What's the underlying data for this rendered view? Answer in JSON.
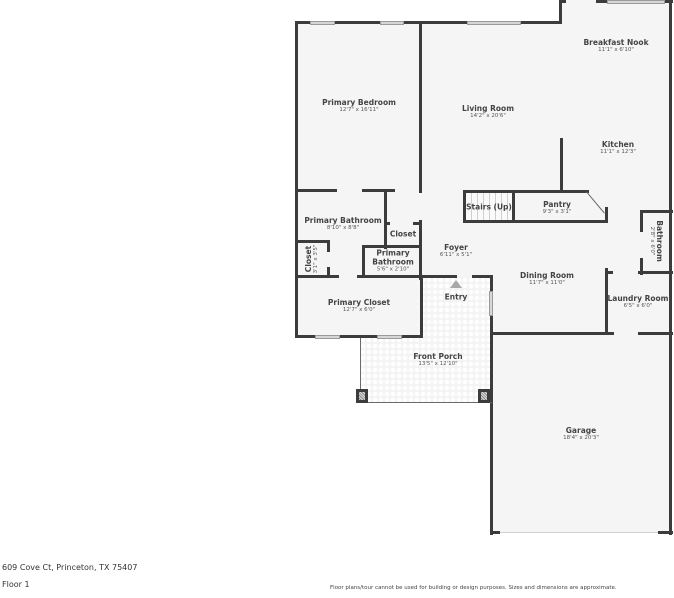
{
  "floor_plan": {
    "address": "609 Cove Ct, Princeton, TX 75407",
    "floor_label": "Floor 1",
    "disclaimer": "Floor plans/tour cannot be used for building or design purposes. Sizes and dimensions are approximate.",
    "rooms": [
      {
        "id": "primary-bedroom",
        "name": "Primary Bedroom",
        "dims": "12'7\" x 16'11\""
      },
      {
        "id": "living-room",
        "name": "Living Room",
        "dims": "14'2\" x 20'6\""
      },
      {
        "id": "breakfast-nook",
        "name": "Breakfast Nook",
        "dims": "11'1\" x 6'10\""
      },
      {
        "id": "kitchen",
        "name": "Kitchen",
        "dims": "11'1\" x 12'3\""
      },
      {
        "id": "stairs",
        "name": "Stairs (Up)",
        "dims": ""
      },
      {
        "id": "pantry",
        "name": "Pantry",
        "dims": "9'3\" x 3'1\""
      },
      {
        "id": "bathroom",
        "name": "Bathroom",
        "dims": "2'8\" x 6'0\""
      },
      {
        "id": "primary-bathroom",
        "name": "Primary Bathroom",
        "dims": "8'10\" x 8'8\""
      },
      {
        "id": "closet-1",
        "name": "Closet",
        "dims": ""
      },
      {
        "id": "closet-2",
        "name": "Closet",
        "dims": "3'1\" x 3'5\""
      },
      {
        "id": "primary-bathroom-2",
        "name": "Primary Bathroom",
        "dims": "5'6\" x 2'10\""
      },
      {
        "id": "foyer",
        "name": "Foyer",
        "dims": "6'11\" x 5'1\""
      },
      {
        "id": "entry",
        "name": "Entry",
        "dims": ""
      },
      {
        "id": "dining-room",
        "name": "Dining Room",
        "dims": "11'7\" x 11'0\""
      },
      {
        "id": "laundry-room",
        "name": "Laundry Room",
        "dims": "6'5\" x 6'0\""
      },
      {
        "id": "primary-closet",
        "name": "Primary Closet",
        "dims": "12'7\" x 6'0\""
      },
      {
        "id": "front-porch",
        "name": "Front Porch",
        "dims": "13'5\" x 12'10\""
      },
      {
        "id": "garage",
        "name": "Garage",
        "dims": "18'4\" x 20'3\""
      }
    ],
    "colors": {
      "wall": "#3c3c3c",
      "floor": "#f5f5f5",
      "window": "#d6d6d6",
      "text": "#444444"
    }
  }
}
